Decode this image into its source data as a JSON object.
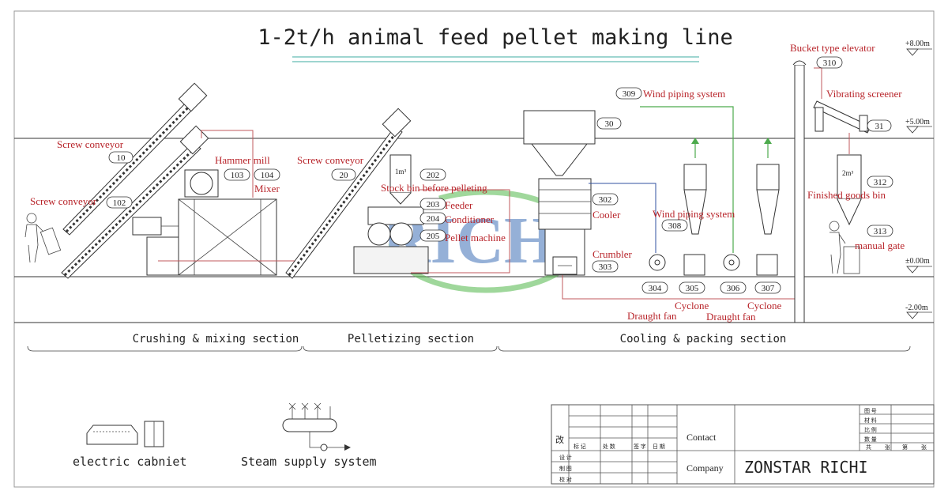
{
  "title": "1-2t/h animal feed pellet making line",
  "levels": [
    "+8.00m",
    "+5.00m",
    "±0.00m",
    "-2.00m"
  ],
  "labels": {
    "screw_conveyor_1": "Screw conveyor",
    "screw_conveyor_2": "Screw conveyor",
    "screw_conveyor_3": "Screw conveyor",
    "hammer_mill": "Hammer mill",
    "mixer": "Mixer",
    "stock_bin": "Stock bin before pelleting",
    "feeder": "Feeder",
    "conditioner": "Conditioner",
    "pellet_machine": "Pellet machine",
    "wind_piping_1": "Wind piping system",
    "wind_piping_2": "Wind piping system",
    "cooler": "Cooler",
    "crumbler": "Crumbler",
    "cyclone_1": "Cyclone",
    "cyclone_2": "Cyclone",
    "draught_fan_1": "Draught fan",
    "draught_fan_2": "Draught fan",
    "bucket_elevator": "Bucket type elevator",
    "vibrating_screener": "Vibrating screener",
    "finished_goods_bin": "Finished goods bin",
    "manual_gate": "manual gate",
    "bin_1m3": "1m³",
    "bin_2m3": "2m³"
  },
  "numbers": {
    "n10": "10",
    "n102": "102",
    "n103": "103",
    "n104": "104",
    "n20": "20",
    "n202": "202",
    "n203": "203",
    "n204": "204",
    "n205": "205",
    "n30": "30",
    "n302": "302",
    "n303": "303",
    "n304": "304",
    "n305": "305",
    "n306": "306",
    "n307": "307",
    "n308": "308",
    "n309": "309",
    "n310": "310",
    "n31": "31",
    "n312": "312",
    "n313": "313"
  },
  "sections": {
    "crushing": "Crushing & mixing section",
    "pelletizing": "Pelletizing section",
    "cooling": "Cooling & packing section"
  },
  "legend": {
    "electric_cabinet": "electric cabniet",
    "steam_supply": "Steam supply system"
  },
  "watermark": "RICHI",
  "title_block": {
    "contact_label": "Contact",
    "company_label": "Company",
    "company_name": "ZONSTAR RICHI",
    "gai": "改",
    "row_header": [
      "标 记",
      "处 数",
      "签 字",
      "日 期"
    ],
    "left_rows": [
      "设 计",
      "制 图",
      "校 对"
    ],
    "right_rows": [
      "图 号",
      "材 料",
      "比 例",
      "数 量"
    ],
    "bottom_right": [
      "共",
      "张",
      "第",
      "张"
    ]
  }
}
